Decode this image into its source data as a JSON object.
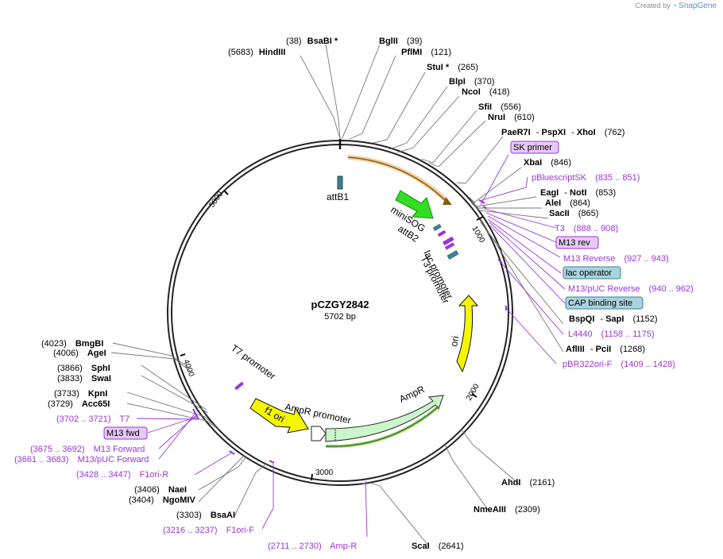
{
  "credit": {
    "prefix": "Created by",
    "brand": "SnapGene"
  },
  "plasmid": {
    "name": "pCZGY2842",
    "length": "5702 bp"
  },
  "ticks": [
    "1000",
    "2000",
    "3000",
    "4000",
    "5000"
  ],
  "features": {
    "attB1": "attB1",
    "miniSOG": "miniSOG",
    "attB2": "attB2",
    "lac": "lac promoter",
    "T3p": "T3 promoter",
    "ori": "ori",
    "AmpR": "AmpR",
    "AmpRp": "AmpR promoter",
    "f1ori": "f1 ori",
    "T7p": "T7 promoter"
  },
  "sites": {
    "bsabi": {
      "pos": "(38)",
      "name": "BsaBI *"
    },
    "hindiii": {
      "pos": "(5683)",
      "name": "HindIII"
    },
    "bglii": {
      "name": "BglII",
      "pos": "(39)"
    },
    "pflmi": {
      "name": "PflMI",
      "pos": "(121)"
    },
    "stui": {
      "name": "StuI *",
      "pos": "(265)"
    },
    "blpi": {
      "name": "BlpI",
      "pos": "(370)"
    },
    "ncoi": {
      "name": "NcoI",
      "pos": "(418)"
    },
    "sfii": {
      "name": "SfiI",
      "pos": "(556)"
    },
    "drui": {
      "name": "NruI",
      "pos": "(610)"
    },
    "paer7i": {
      "name": "PaeR7I",
      "sep1": "-",
      "name2": "PspXI",
      "sep2": "-",
      "name3": "XhoI",
      "pos": "(762)"
    },
    "xbai": {
      "name": "XbaI",
      "pos": "(846)"
    },
    "eagi": {
      "name": "EagI",
      "sep": "-",
      "name2": "NotI",
      "pos": "(853)"
    },
    "alei": {
      "name": "AleI",
      "pos": "(864)"
    },
    "sacii": {
      "name": "SacII",
      "pos": "(865)"
    },
    "bspqi": {
      "name": "BspQI",
      "sep": "-",
      "name2": "SapI",
      "pos": "(1152)"
    },
    "afliii": {
      "name": "AflIII",
      "sep": "-",
      "name2": "PciI",
      "pos": "(1268)"
    },
    "ahdi": {
      "name": "AhdI",
      "pos": "(2161)"
    },
    "nmeaiii": {
      "name": "NmeAIII",
      "pos": "(2309)"
    },
    "scai": {
      "name": "ScaI",
      "pos": "(2641)"
    },
    "bsaai": {
      "pos": "(3303)",
      "name": "BsaAI"
    },
    "naei": {
      "pos": "(3406)",
      "name": "NaeI"
    },
    "ngomiv": {
      "pos": "(3404)",
      "name": "NgoMIV"
    },
    "acc65i": {
      "pos": "(3729)",
      "name": "Acc65I"
    },
    "kpni": {
      "pos": "(3733)",
      "name": "KpnI"
    },
    "swai": {
      "pos": "(3833)",
      "name": "SwaI"
    },
    "sphi": {
      "pos": "(3866)",
      "name": "SphI"
    },
    "agei": {
      "pos": "(4006)",
      "name": "AgeI"
    },
    "bmgbi": {
      "pos": "(4023)",
      "name": "BmgBI"
    }
  },
  "primers": {
    "skprimer": "SK primer",
    "pbluescript": {
      "name": "pBluescriptSK",
      "range": "(835 .. 851)"
    },
    "t3": {
      "name": "T3",
      "range": "(888 .. 908)"
    },
    "m13rev": "M13 rev",
    "m13reverse": {
      "name": "M13 Reverse",
      "range": "(927 .. 943)"
    },
    "lacop": "lac operator",
    "m13pucrev": {
      "name": "M13/pUC Reverse",
      "range": "(940 .. 962)"
    },
    "cap": "CAP binding site",
    "l4440": {
      "name": "L4440",
      "range": "(1158 .. 1175)"
    },
    "pbr322": {
      "name": "pBR322ori-F",
      "range": "(1409 .. 1428)"
    },
    "ampr": {
      "range": "(2711 .. 2730)",
      "name": "Amp-R"
    },
    "f1orif": {
      "range": "(3216 .. 3237)",
      "name": "F1ori-F"
    },
    "f1orir": {
      "range": "(3428 .. 3447)",
      "name": "F1ori-R"
    },
    "m13pucfwd": {
      "range": "(3661 .. 3683)",
      "name": "M13/pUC Forward"
    },
    "m13forward": {
      "range": "(3675 .. 3692)",
      "name": "M13 Forward"
    },
    "m13fwd": "M13 fwd",
    "t7": {
      "range": "(3702 .. 3721)",
      "name": "T7"
    }
  },
  "colors": {
    "backbone": "#222222",
    "enzyme_line": "#666666",
    "primer": "#9a35d8",
    "highlight_box": "#e6c9f5",
    "feature_box": "#a9d3de",
    "ori": "#f6f600",
    "ampr": "#ccf5cc",
    "minisog": "#33dd22",
    "attb": "#3d8090",
    "orange": "#e7b56c"
  }
}
